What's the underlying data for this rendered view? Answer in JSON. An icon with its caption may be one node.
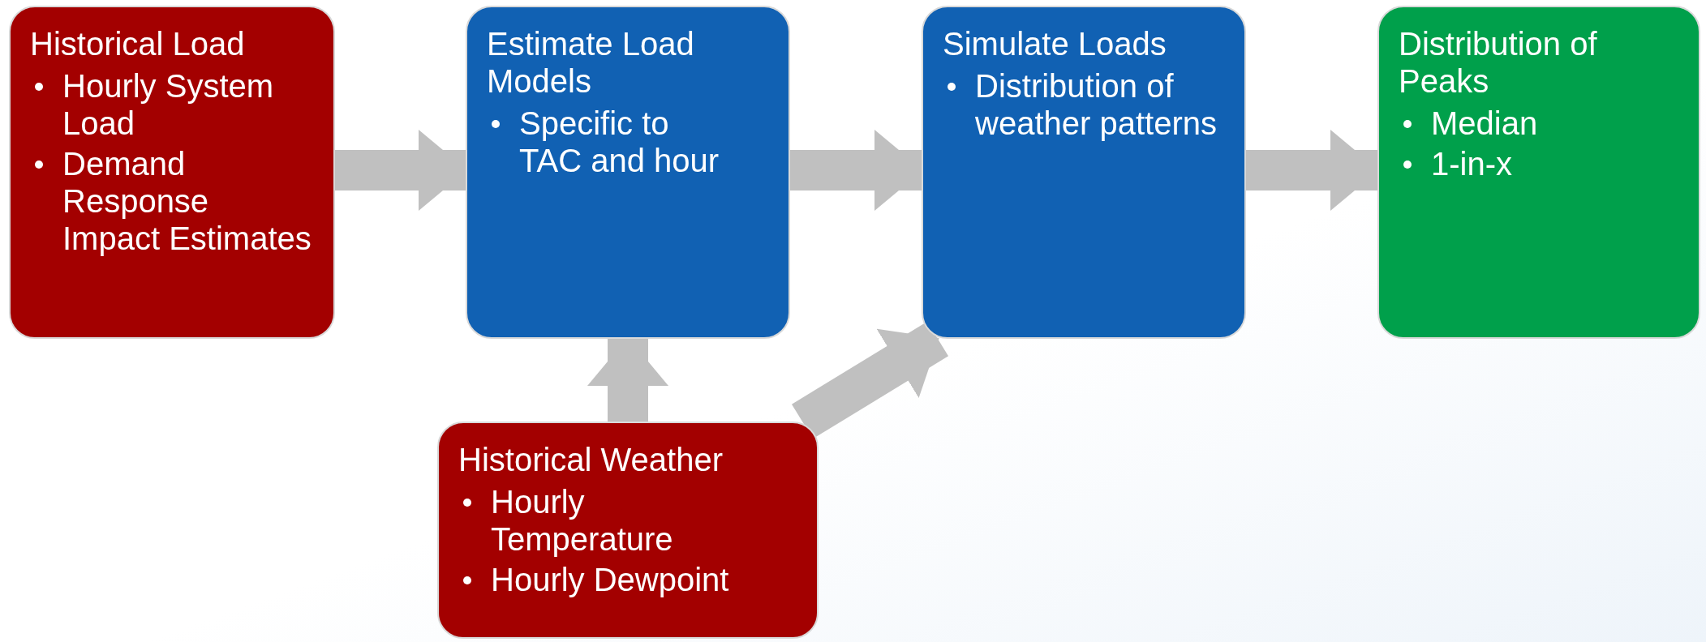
{
  "diagram": {
    "nodes": [
      {
        "text": [
          "Historical Load",
          "Hourly System Load",
          "Demand Response Impact Estimates"
        ]
      },
      {
        "text": [
          "Estimate Load Models",
          "Specific to TAC and hour"
        ]
      },
      {
        "text": [
          "Simulate Loads",
          "Distribution of weather patterns"
        ]
      },
      {
        "text": [
          "Distribution of Peaks",
          "Median",
          "1-in-x"
        ]
      },
      {
        "text": [
          "Historical Weather",
          "Hourly Temperature",
          "Hourly Dewpoint"
        ]
      }
    ],
    "edges": [
      {
        "from": 0,
        "to": 1,
        "arrow": "to"
      },
      {
        "from": 1,
        "to": 2,
        "arrow": "to"
      },
      {
        "from": 2,
        "to": 3,
        "arrow": "to"
      },
      {
        "from": 4,
        "to": 1,
        "arrow": "to"
      },
      {
        "from": 4,
        "to": 2,
        "arrow": "to"
      }
    ]
  }
}
